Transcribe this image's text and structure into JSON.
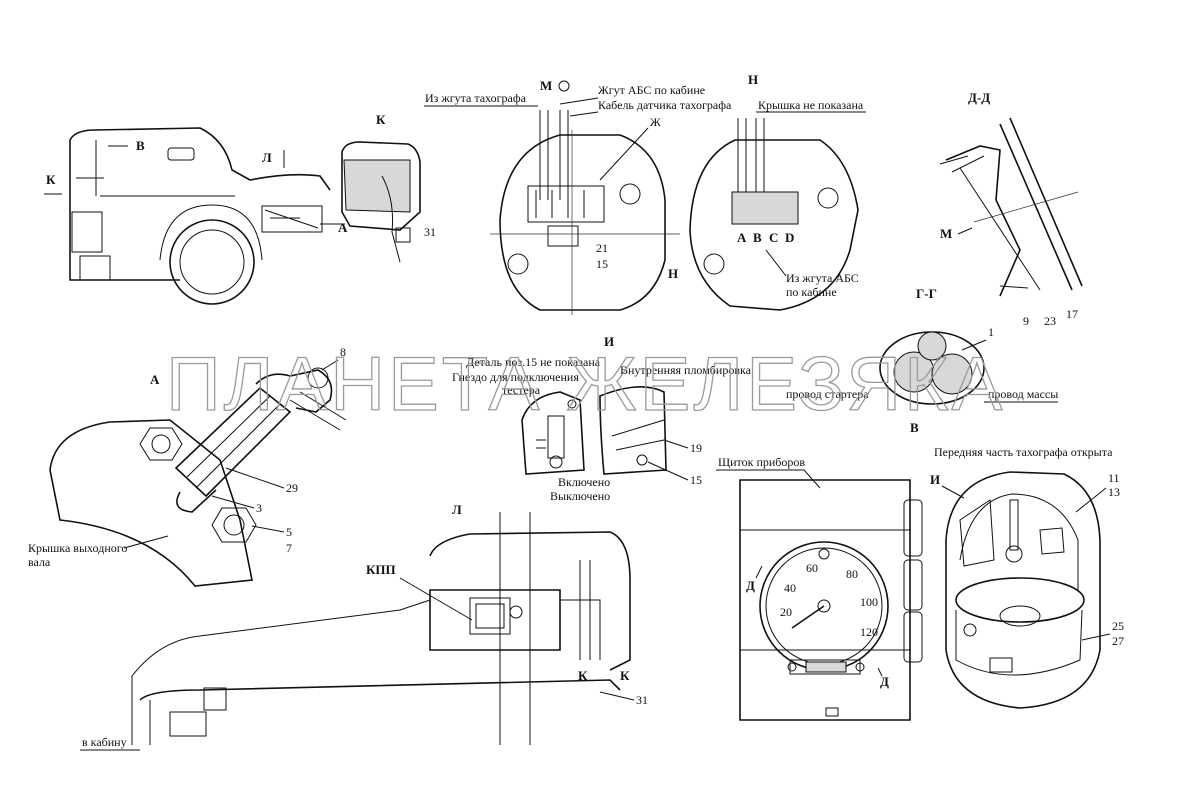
{
  "watermark": "ПЛАНЕТА ЖЕЛЕЗЯКА",
  "views": {
    "truck": {
      "view_k": "К",
      "view_b": "В",
      "view_l": "Л",
      "view_a": "А"
    },
    "k_view": {
      "title": "К",
      "num_31": "31"
    },
    "m_view": {
      "title": "М",
      "from_tacho_harness": "Из жгута тахографа",
      "abs_harness_cab": "Жгут АБС по кабине",
      "tacho_sensor_cable": "Кабель датчика тахографа",
      "zh": "Ж",
      "num_21": "21",
      "num_15": "15",
      "n": "Н"
    },
    "n_view": {
      "title": "Н",
      "cover_not_shown": "Крышка не показана",
      "pins": [
        "A",
        "B",
        "C",
        "D"
      ],
      "from_abs_harness_1": "Из жгута АБС",
      "from_abs_harness_2": "по кабине"
    },
    "dd_view": {
      "title": "Д-Д",
      "m": "М",
      "num_9": "9",
      "num_23": "23",
      "num_17": "17"
    },
    "gg_view": {
      "title": "Г-Г",
      "num_1": "1",
      "starter_wire": "провод стартера",
      "ground_wire": "провод массы",
      "v": "В"
    },
    "a_view": {
      "title": "А",
      "num_8": "8",
      "num_29": "29",
      "num_3": "3",
      "num_5": "5",
      "num_7": "7",
      "output_shaft_cover_1": "Крышка выходного",
      "output_shaft_cover_2": "вала"
    },
    "i_view": {
      "title": "И",
      "part15_not_shown": "Деталь поз.15 не показана",
      "tester_socket_1": "Гнездо для подключения",
      "tester_socket_2": "тестера",
      "internal_seal": "Внутренняя пломбировка",
      "on": "Включено",
      "off": "Выключено",
      "num_19": "19",
      "num_15": "15"
    },
    "l_view": {
      "title": "Л",
      "kpp": "КПП",
      "k1": "К",
      "k2": "К",
      "num_31": "31",
      "to_cab": "в кабину"
    },
    "panel": {
      "title": "Щиток приборов",
      "d1": "Д",
      "d2": "Д",
      "speed_ticks": [
        "20",
        "40",
        "60",
        "80",
        "100",
        "120"
      ]
    },
    "tacho_open": {
      "title": "Передняя часть тахографа открыта",
      "i": "И",
      "num_11": "11",
      "num_13": "13",
      "num_25": "25",
      "num_27": "27"
    }
  }
}
